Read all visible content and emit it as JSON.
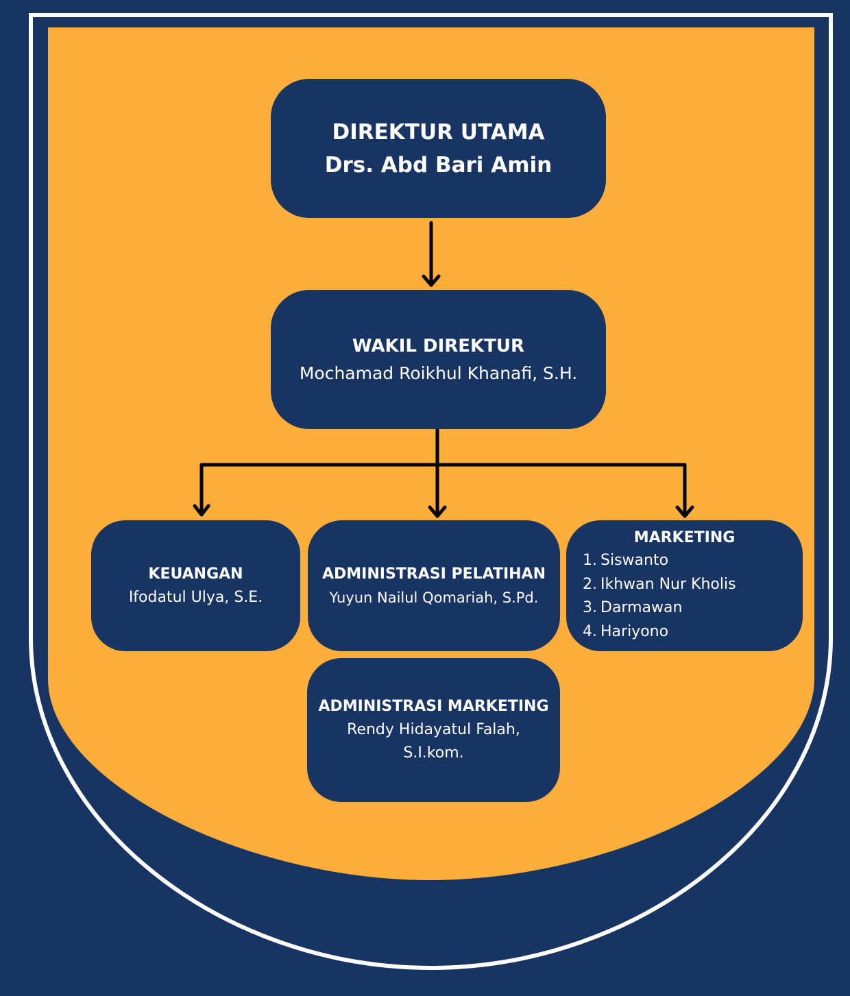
{
  "colors": {
    "background": "#183462",
    "shield_fill": "#FCAE3B",
    "box_fill": "#183462",
    "box_text": "#FFFFFF",
    "connector": "#000000",
    "shield_outline": "#FFFFFF"
  },
  "nodes": {
    "direktur_utama": {
      "title": "DIREKTUR UTAMA",
      "name": "Drs. Abd Bari Amin"
    },
    "wakil_direktur": {
      "title": "WAKIL DIREKTUR",
      "name": "Mochamad Roikhul Khanafi, S.H."
    },
    "keuangan": {
      "title": "KEUANGAN",
      "name": "Ifodatul Ulya, S.E."
    },
    "administrasi_pelatihan": {
      "title": "ADMINISTRASI PELATIHAN",
      "name": "Yuyun Nailul Qomariah, S.Pd."
    },
    "marketing": {
      "title": "MARKETING",
      "members": [
        {
          "num": "1.",
          "name": "Siswanto"
        },
        {
          "num": "2.",
          "name": "Ikhwan Nur Kholis"
        },
        {
          "num": "3.",
          "name": "Darmawan"
        },
        {
          "num": "4.",
          "name": "Hariyono"
        }
      ]
    },
    "administrasi_marketing": {
      "title": "ADMINISTRASI MARKETING",
      "name": "Rendy Hidayatul Falah, S.I.kom."
    }
  },
  "edges": [
    {
      "from": "direktur_utama",
      "to": "wakil_direktur"
    },
    {
      "from": "wakil_direktur",
      "to": "keuangan"
    },
    {
      "from": "wakil_direktur",
      "to": "administrasi_pelatihan"
    },
    {
      "from": "wakil_direktur",
      "to": "marketing"
    }
  ]
}
